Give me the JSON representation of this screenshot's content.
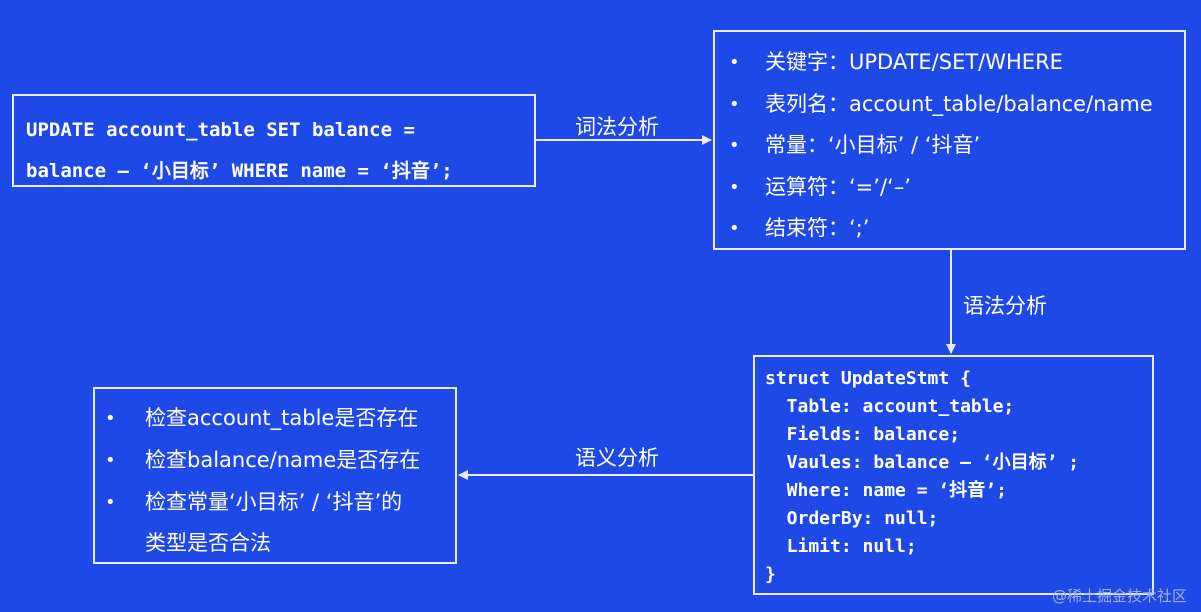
{
  "sql": {
    "line1": "UPDATE account_table SET balance =",
    "line2": "balance – ‘小目标’ WHERE name = ‘抖音’;"
  },
  "arrows": {
    "lexical_label": "词法分析",
    "syntax_label": "语法分析",
    "semantic_label": "语义分析"
  },
  "tokens": [
    "关键字：UPDATE/SET/WHERE",
    "表列名：account_table/balance/name",
    "常量：‘小目标’ / ‘抖音’",
    "运算符：‘=’/‘–’",
    "结束符：‘;’"
  ],
  "struct_lines": [
    "struct UpdateStmt {",
    "  Table: account_table;",
    "  Fields: balance;",
    "  Vaules: balance – ‘小目标’ ;",
    "  Where: name = ‘抖音’;",
    "  OrderBy: null;",
    "  Limit: null;",
    "}"
  ],
  "checks": {
    "item1": "检查account_table是否存在",
    "item2": "检查balance/name是否存在",
    "item3_line1": "检查常量‘小目标’ / ‘抖音’的",
    "item3_line2": "类型是否合法"
  },
  "bullet_symbol": "•",
  "watermark": "@稀土掘金技术社区",
  "colors": {
    "background": "#1f49e6",
    "line": "#e8ecff",
    "text": "#ffffff"
  }
}
